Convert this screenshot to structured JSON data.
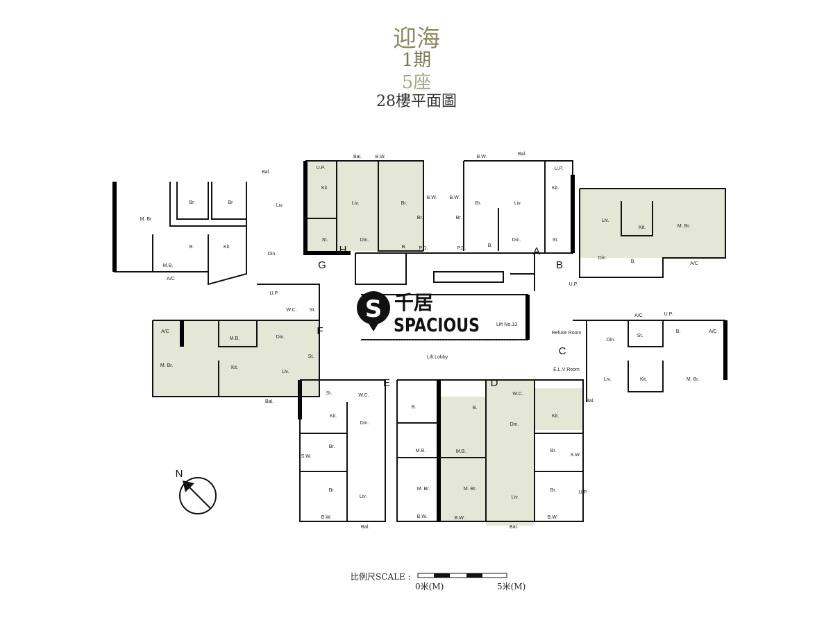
{
  "title": {
    "estate": "迎海",
    "phase": "1期",
    "block": "5座",
    "floor_plan": "28樓平面圖"
  },
  "logo": {
    "chinese": "千居",
    "english": "SPACIOUS",
    "letter": "S"
  },
  "colors": {
    "title_olive": "#8c8c62",
    "shade": "#e4e6d6",
    "wall": "#000000"
  },
  "scale": {
    "label": "比例尺SCALE :",
    "start": "0米(M)",
    "end": "5米(M)"
  },
  "north": "N",
  "flats": [
    "A",
    "B",
    "C",
    "D",
    "E",
    "F",
    "G",
    "H"
  ],
  "core": {
    "lift_lobby": "Lift Lobby",
    "lift_no": "Lift No.13",
    "refuse_room": "Refuse Room",
    "elv_room": "E.L.V Room",
    "pd": "P.D."
  },
  "rooms": [
    "M. Br",
    "Br",
    "Br",
    "Bal.",
    "Liv.",
    "B.",
    "M.B.",
    "Kit.",
    "Din.",
    "A/C",
    "U.P.",
    "Bal.",
    "B.W.",
    "Kit.",
    "Liv.",
    "Br.",
    "St.",
    "Din.",
    "Br.",
    "B.",
    "B.W.",
    "B.W.",
    "Bal.",
    "Br.",
    "Liv.",
    "B.W.",
    "Br.",
    "B.",
    "Din.",
    "St.",
    "U.P.",
    "Kit.",
    "Liv.",
    "Kit.",
    "M. Br.",
    "Din.",
    "B.",
    "A/C",
    "U.P.",
    "A/C",
    "U.P.",
    "Din.",
    "St.",
    "B.",
    "A/C",
    "Liv.",
    "Kit.",
    "M. Br.",
    "Bal.",
    "U.P.",
    "W.C.",
    "St.",
    "M.B.",
    "Din.",
    "Kit.",
    "St.",
    "Liv.",
    "M. Br.",
    "A/C",
    "Bal.",
    "St.",
    "W.C.",
    "Kit.",
    "Din.",
    "Br.",
    "S.W.",
    "Br.",
    "Liv.",
    "B.W.",
    "Bal.",
    "B.",
    "M.B.",
    "M. Br.",
    "B.W.",
    "B.",
    "M.B.",
    "M. Br.",
    "B.W.",
    "W.C.",
    "Kit.",
    "Din.",
    "Br.",
    "S.W.",
    "Br.",
    "Liv.",
    "B.W.",
    "Bal.",
    "U.P."
  ]
}
